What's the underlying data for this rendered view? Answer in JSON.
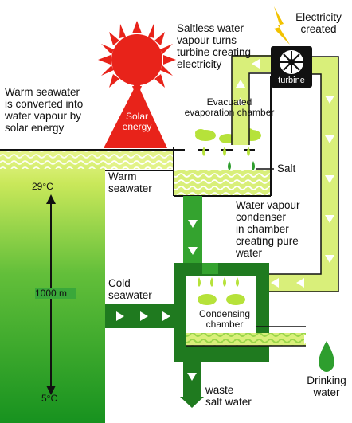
{
  "labels": {
    "saltless": "Saltless water\nvapour turns\nturbine creating\nelectricity",
    "electricity": "Electricity\ncreated",
    "turbine": "turbine",
    "warm_convert": "Warm seawater\nis converted into\nwater vapour by\nsolar energy",
    "solar_energy": "Solar\nenergy",
    "evac_chamber": "Evacuated\nevaporation chamber",
    "salt": "Salt",
    "warm_seawater": "Warm\nseawater",
    "temp_top": "29°C",
    "condenser": "Water vapour\ncondenser\nin chamber\ncreating pure\nwater",
    "depth": "1000 m",
    "cold_seawater": "Cold\nseawater",
    "condensing_chamber": "Condensing\nchamber",
    "temp_bottom": "5°C",
    "waste": "waste\nsalt water",
    "drinking": "Drinking\nwater"
  },
  "colors": {
    "sun": "#e8231a",
    "solar_beam": "#e8231a",
    "lightning": "#f2c200",
    "sea_light": "#d9f06a",
    "sea_dark": "#1e9a26",
    "pipe": "#34a32f",
    "pipe_dark": "#1f7a1f",
    "pipe_outline": "#4a4a4a",
    "bubble": "#b6e23a",
    "drop": "#2e9e2e"
  }
}
